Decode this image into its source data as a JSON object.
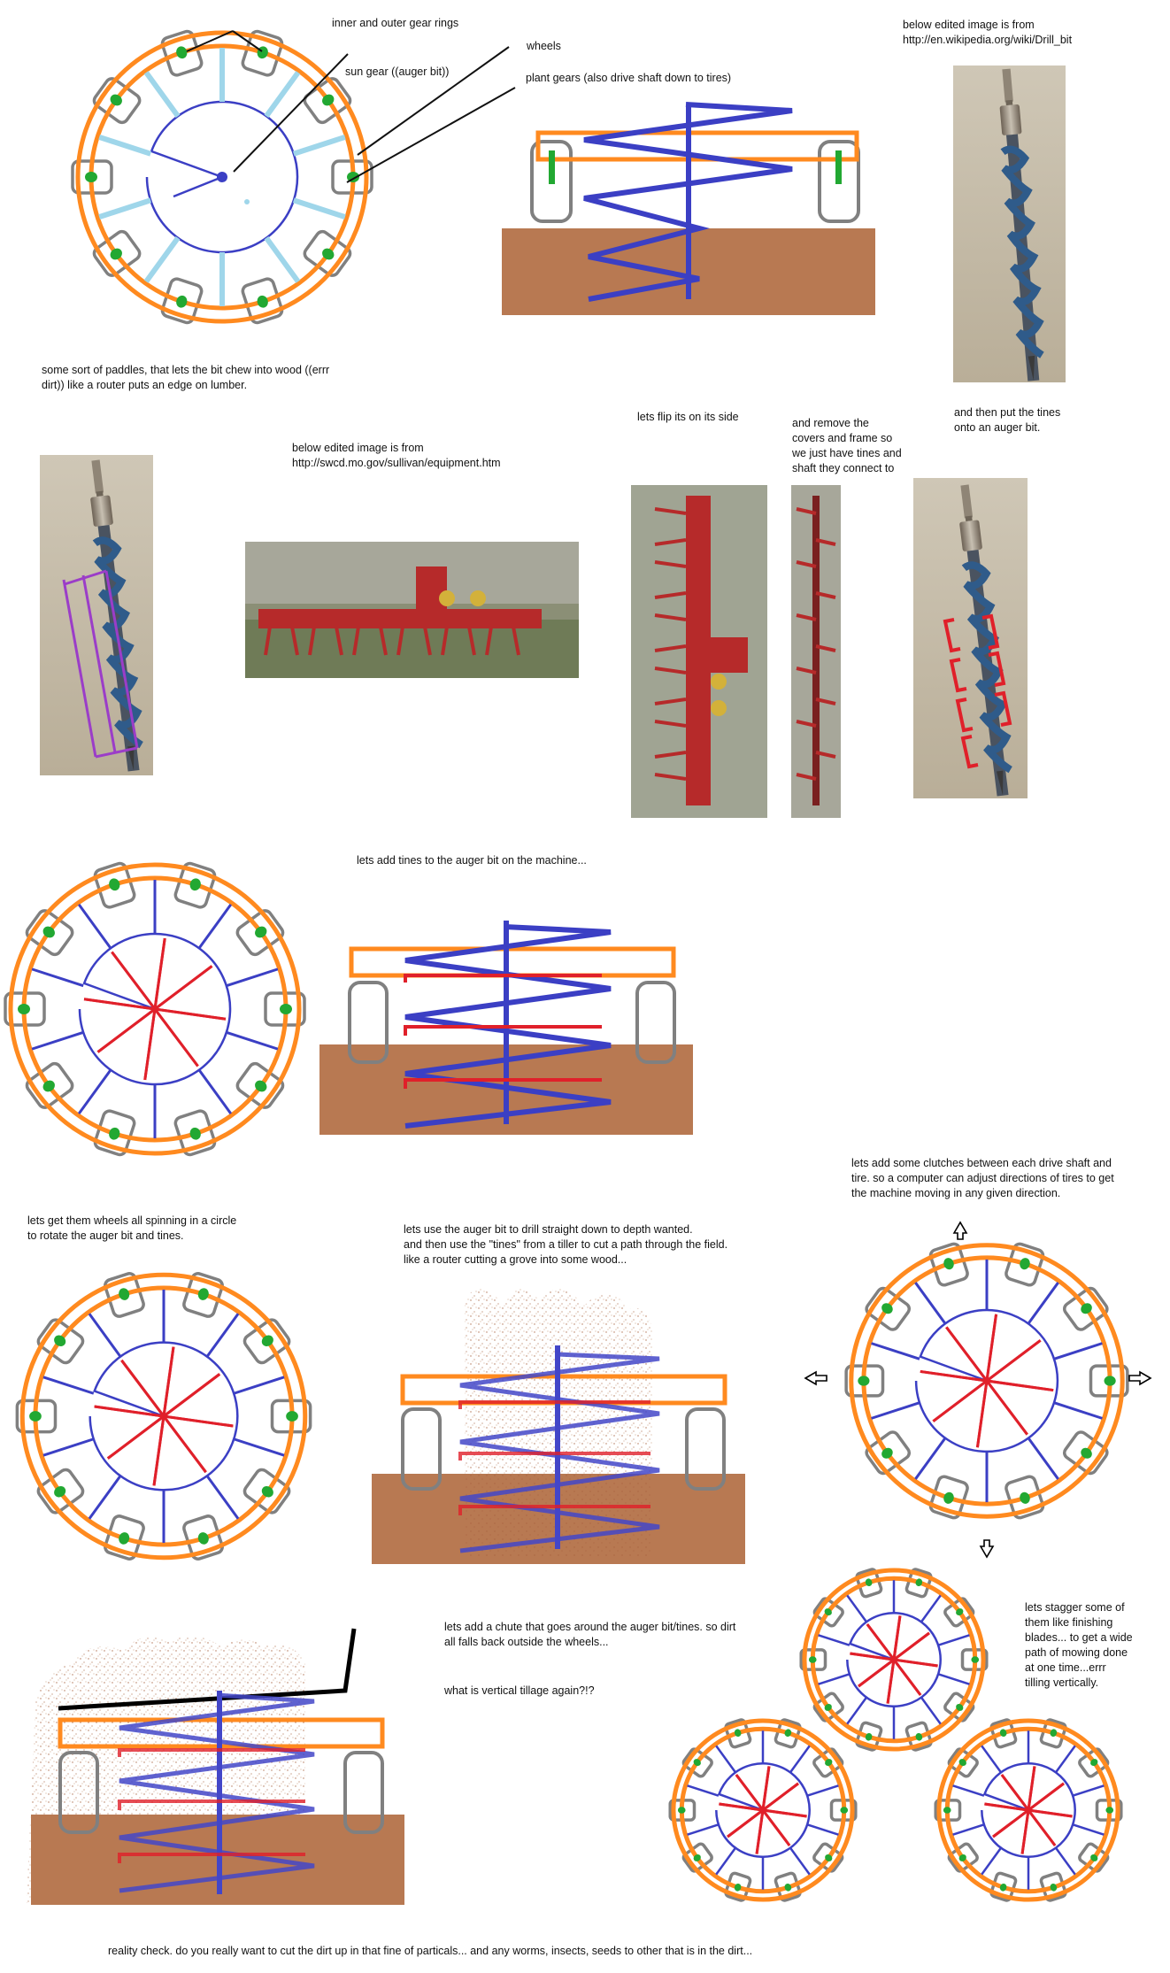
{
  "labels": {
    "rings": "inner and outer gear rings",
    "sun": "sun gear ((auger bit))",
    "wheels": "wheels",
    "plant": "plant gears (also drive shaft down to tires)",
    "wiki": "below edited image is from\nhttp://en.wikipedia.org/wiki/Drill_bit",
    "paddles": "some sort of paddles, that lets the bit chew into wood ((errr\ndirt)) like a router puts an edge on lumber.",
    "swcd": "below edited image is from\nhttp://swcd.mo.gov/sullivan/equipment.htm",
    "flip": "lets flip its on its side",
    "remove": "and remove the\ncovers and frame so\nwe just have tines and\nshaft they connect to",
    "put_tines": "and then put the tines\nonto an auger bit.",
    "add_tines": "lets add tines to the auger bit on the machine...",
    "spin": "lets get them wheels all spinning in a circle\nto rotate the auger bit and tines.",
    "drill": "lets use the auger bit to drill straight down to depth wanted.\nand then use the \"tines\" from a tiller to cut a path through the field.\nlike a router cutting a grove into some wood...",
    "clutch": "lets add some clutches between each drive shaft and\ntire.  so a computer can adjust directions of tires to get\nthe machine moving in any given direction.",
    "chute": "lets add a chute that goes around the auger bit/tines. so dirt\nall falls back outside the wheels...",
    "vertical": "what is vertical tillage again?!?",
    "stagger": "lets stagger some of\nthem like finishing\nblades... to get a wide\npath of mowing done\nat one time...errr\ntilling vertically.",
    "reality": "reality check. do you really want to cut the dirt up in that fine of particals... and any worms, insects, seeds to other that is in the dirt..."
  },
  "colors": {
    "orange": "#ff8a1f",
    "blue": "#3b3fc4",
    "lightblue": "#9fd6ea",
    "red": "#e0202a",
    "green": "#22a832",
    "gray": "#808080",
    "soil": "#b87952",
    "dust": "#a8623f",
    "tiller_red": "#b62a2a"
  },
  "icons": {
    "arrow_up": "arrow-up-icon",
    "arrow_down": "arrow-down-icon",
    "arrow_left": "arrow-left-icon",
    "arrow_right": "arrow-right-icon"
  }
}
